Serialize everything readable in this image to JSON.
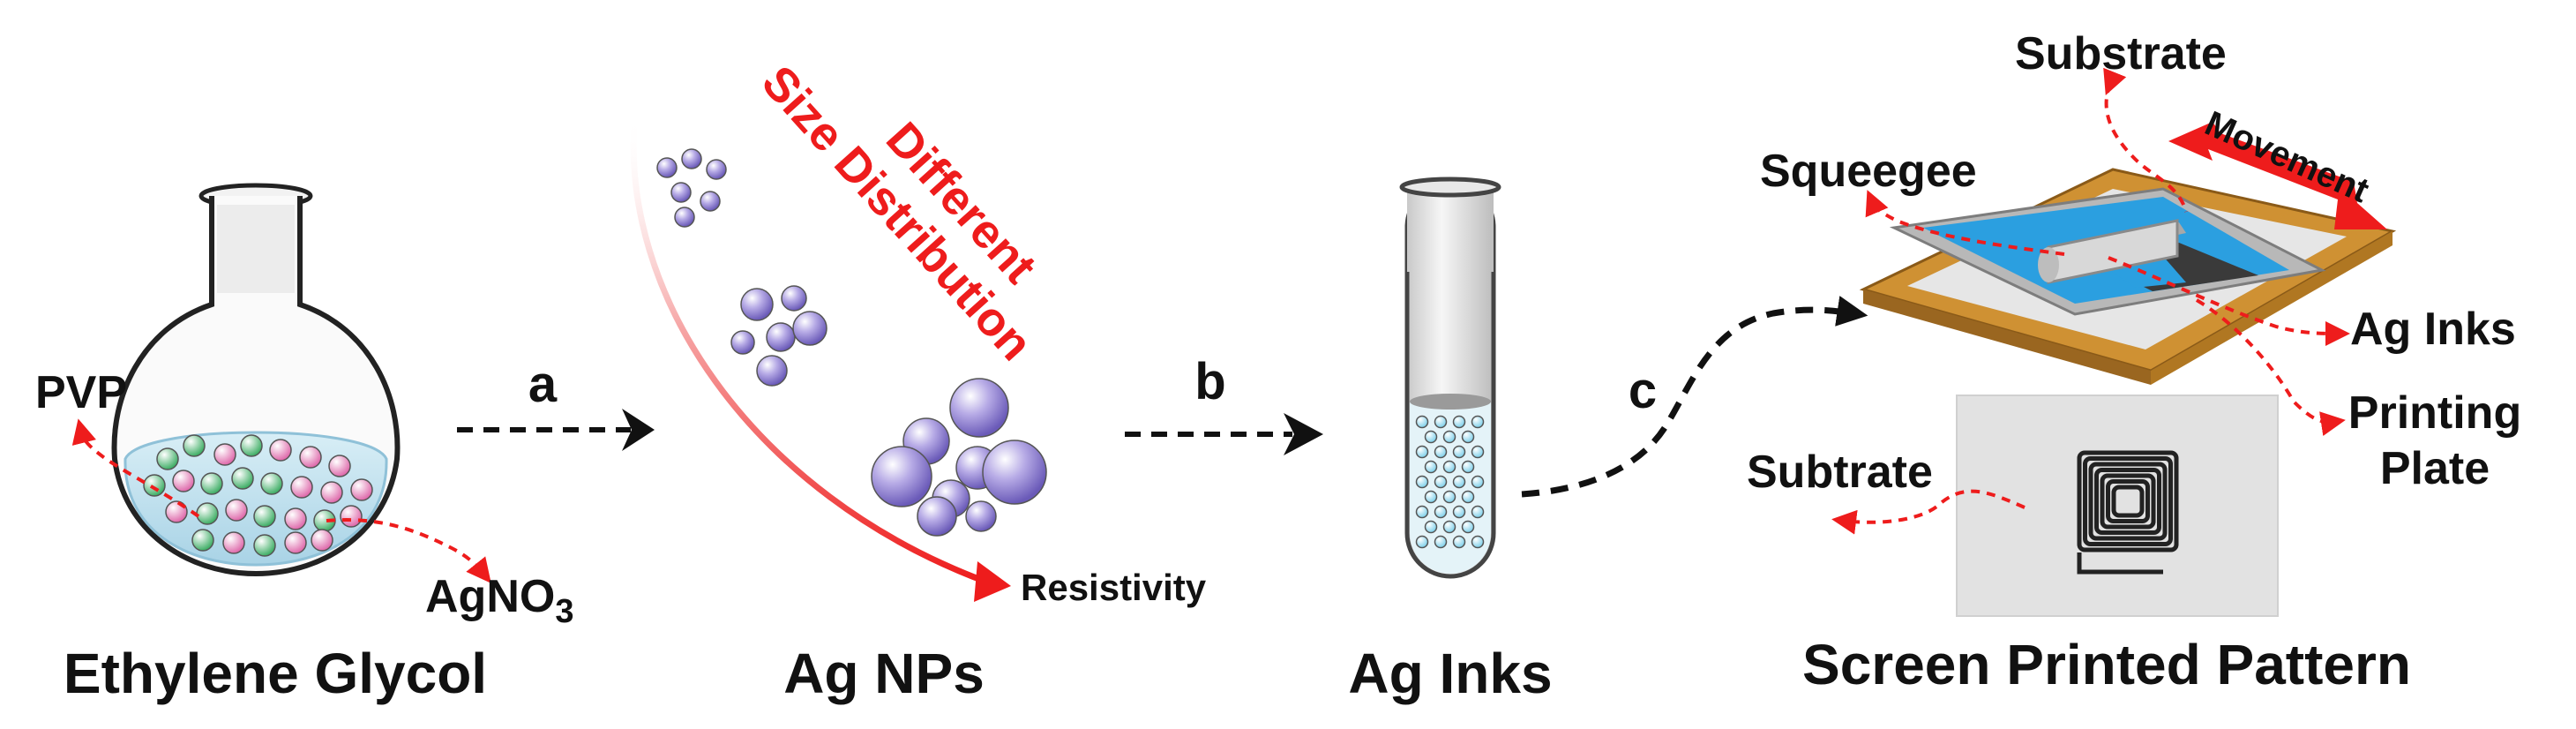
{
  "captions": {
    "flask": "Ethylene Glycol",
    "nps": "Ag NPs",
    "inks": "Ag Inks",
    "pattern": "Screen Printed Pattern"
  },
  "steps": {
    "a": "a",
    "b": "b",
    "c": "c"
  },
  "flask_labels": {
    "pvp": "PVP",
    "agno3_main": "AgNO",
    "agno3_sub": "3"
  },
  "nps_labels": {
    "size_line1": "Different",
    "size_line2": "Size Distribution",
    "resistivity": "Resistivity"
  },
  "print_labels": {
    "substrate_top": "Substrate",
    "movement": "Movement",
    "squeegee": "Squeegee",
    "ag_inks": "Ag Inks",
    "printing_line1": "Printing",
    "printing_line2": "Plate",
    "subtrate": "Subtrate"
  },
  "colors": {
    "accent_red": "#ee1c1c",
    "ink_blue": "#2a9fe0",
    "frame_gold": "#c98a2a",
    "np_purple": "#8878c8",
    "bead_green": "#4fc27a",
    "bead_pink": "#e77bb8"
  }
}
